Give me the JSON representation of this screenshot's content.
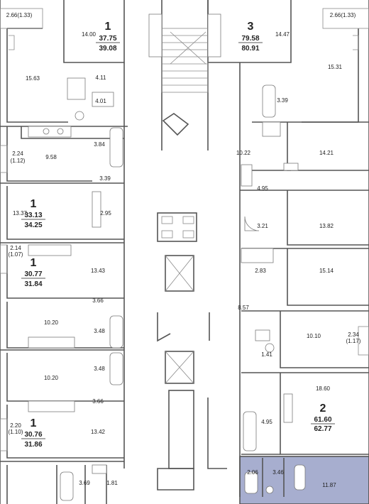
{
  "colors": {
    "wall": "#555555",
    "highlight": "#a7aecf",
    "background": "#ffffff"
  },
  "apartments": [
    {
      "id": "apt-top-left",
      "rooms": "1",
      "area_total": "37.75",
      "area_full": "39.08"
    },
    {
      "id": "apt-top-right",
      "rooms": "3",
      "area_total": "79.58",
      "area_full": "80.91"
    },
    {
      "id": "apt-left-2",
      "rooms": "1",
      "area_total": "33.13",
      "area_full": "34.25"
    },
    {
      "id": "apt-left-3",
      "rooms": "1",
      "area_total": "30.77",
      "area_full": "31.84"
    },
    {
      "id": "apt-left-5",
      "rooms": "1",
      "area_total": "30.76",
      "area_full": "31.86"
    },
    {
      "id": "apt-right-2",
      "rooms": "2",
      "area_total": "61.60",
      "area_full": "62.77"
    }
  ],
  "room_areas": [
    "2.66(1.33)",
    "14.00",
    "15.63",
    "4.11",
    "4.01",
    "3.84",
    "2.24",
    "(1.12)",
    "9.58",
    "3.39",
    "13.37",
    "2.95",
    "2.14",
    "(1.07)",
    "13.43",
    "3.66",
    "10.20",
    "3.48",
    "3.48",
    "10.20",
    "3.66",
    "2.20",
    "(1.10)",
    "13.42",
    "3.69",
    "1.81",
    "2.66(1.33)",
    "14.47",
    "15.31",
    "3.39",
    "10.22",
    "14.21",
    "4.95",
    "3.21",
    "13.82",
    "2.83",
    "15.14",
    "8.57",
    "10.10",
    "2.34",
    "(1.17)",
    "1.41",
    "18.60",
    "4.95",
    "2.06",
    "3.46",
    "11.87"
  ]
}
